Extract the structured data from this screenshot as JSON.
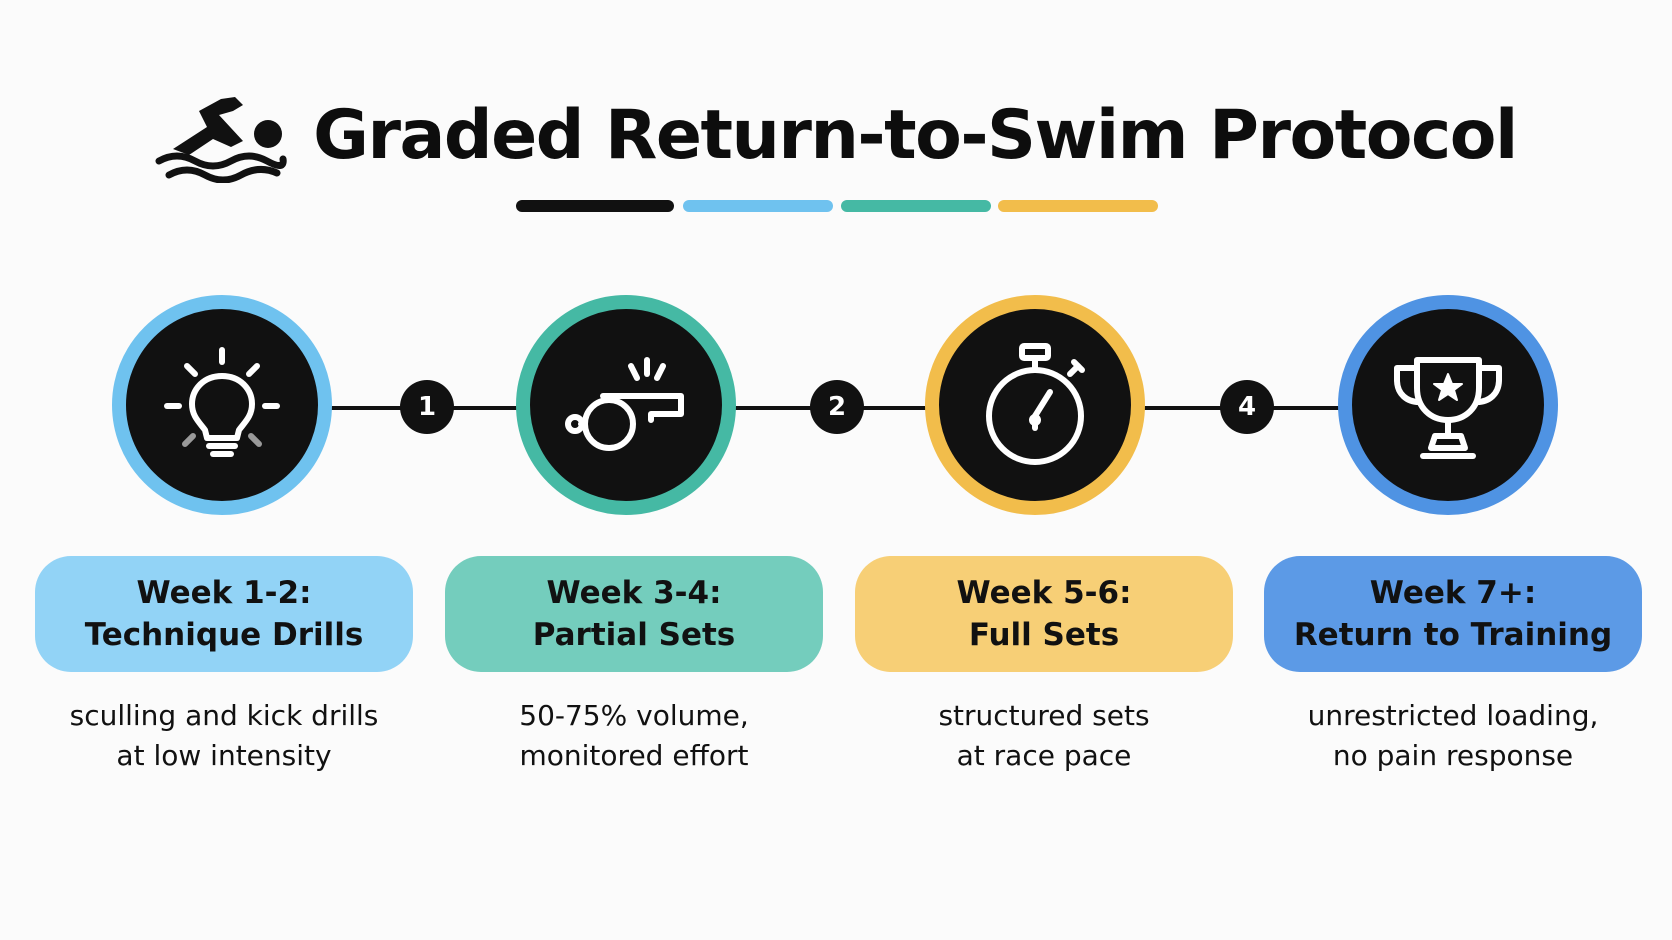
{
  "title": "Graded Return-to-Swim Protocol",
  "colors": {
    "black": "#111111",
    "light_blue": "#6fc2ef",
    "teal": "#45b9a4",
    "yellow": "#f2bd4b",
    "blue": "#4f93e3",
    "pill_light_blue": "#92d3f6",
    "pill_teal": "#74cdbd",
    "pill_yellow": "#f7cf76",
    "pill_blue": "#5c9ae6"
  },
  "steps": [
    {
      "icon": "lightbulb-icon",
      "badge": "1",
      "title_line1": "Week 1-2:",
      "title_line2": "Technique Drills",
      "desc_line1": "sculling and kick drills",
      "desc_line2": "at low intensity"
    },
    {
      "icon": "whistle-icon",
      "badge": "2",
      "title_line1": "Week 3-4:",
      "title_line2": "Partial Sets",
      "desc_line1": "50-75% volume,",
      "desc_line2": "monitored effort"
    },
    {
      "icon": "stopwatch-icon",
      "badge": "4",
      "title_line1": "Week 5-6:",
      "title_line2": "Full Sets",
      "desc_line1": "structured sets",
      "desc_line2": "at race pace"
    },
    {
      "icon": "trophy-icon",
      "title_line1": "Week 7+:",
      "title_line2": "Return to Training",
      "desc_line1": "unrestricted loading,",
      "desc_line2": "no pain response"
    }
  ]
}
